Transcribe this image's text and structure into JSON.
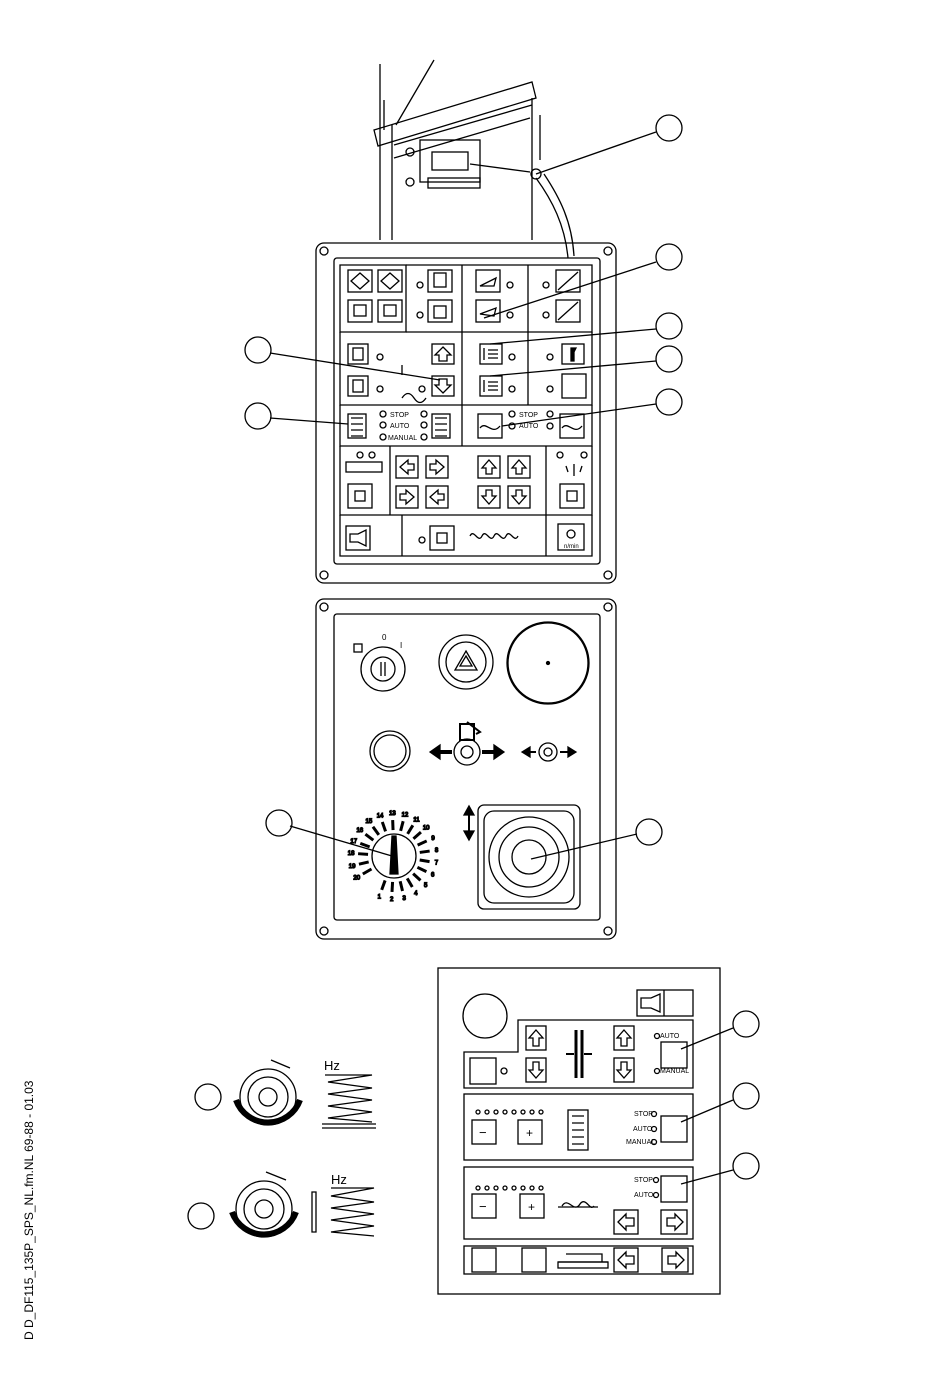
{
  "doc_ref": "D D_DF115_135P_SPS_NL.fm.NL 69-88 - 01.03",
  "ops_panel": {
    "mode_left": [
      "STOP",
      "AUTO",
      "MANUAL"
    ],
    "mode_right": [
      "STOP",
      "AUTO"
    ],
    "rpm_label": "n/min"
  },
  "control_panel": {
    "key_positions": [
      "0",
      "I"
    ],
    "dial_ticks": [
      "1",
      "2",
      "3",
      "4",
      "5",
      "6",
      "7",
      "8",
      "9",
      "10",
      "11",
      "12",
      "13",
      "14",
      "15",
      "16",
      "17",
      "18",
      "19",
      "20"
    ]
  },
  "hz_label": "Hz",
  "remote": {
    "row1_modes": [
      "AUTO",
      "MANUAL"
    ],
    "row2_modes": [
      "STOP",
      "AUTO",
      "MANUAL"
    ],
    "row3_modes": [
      "STOP",
      "AUTO"
    ],
    "minus": "−",
    "plus": "+"
  }
}
